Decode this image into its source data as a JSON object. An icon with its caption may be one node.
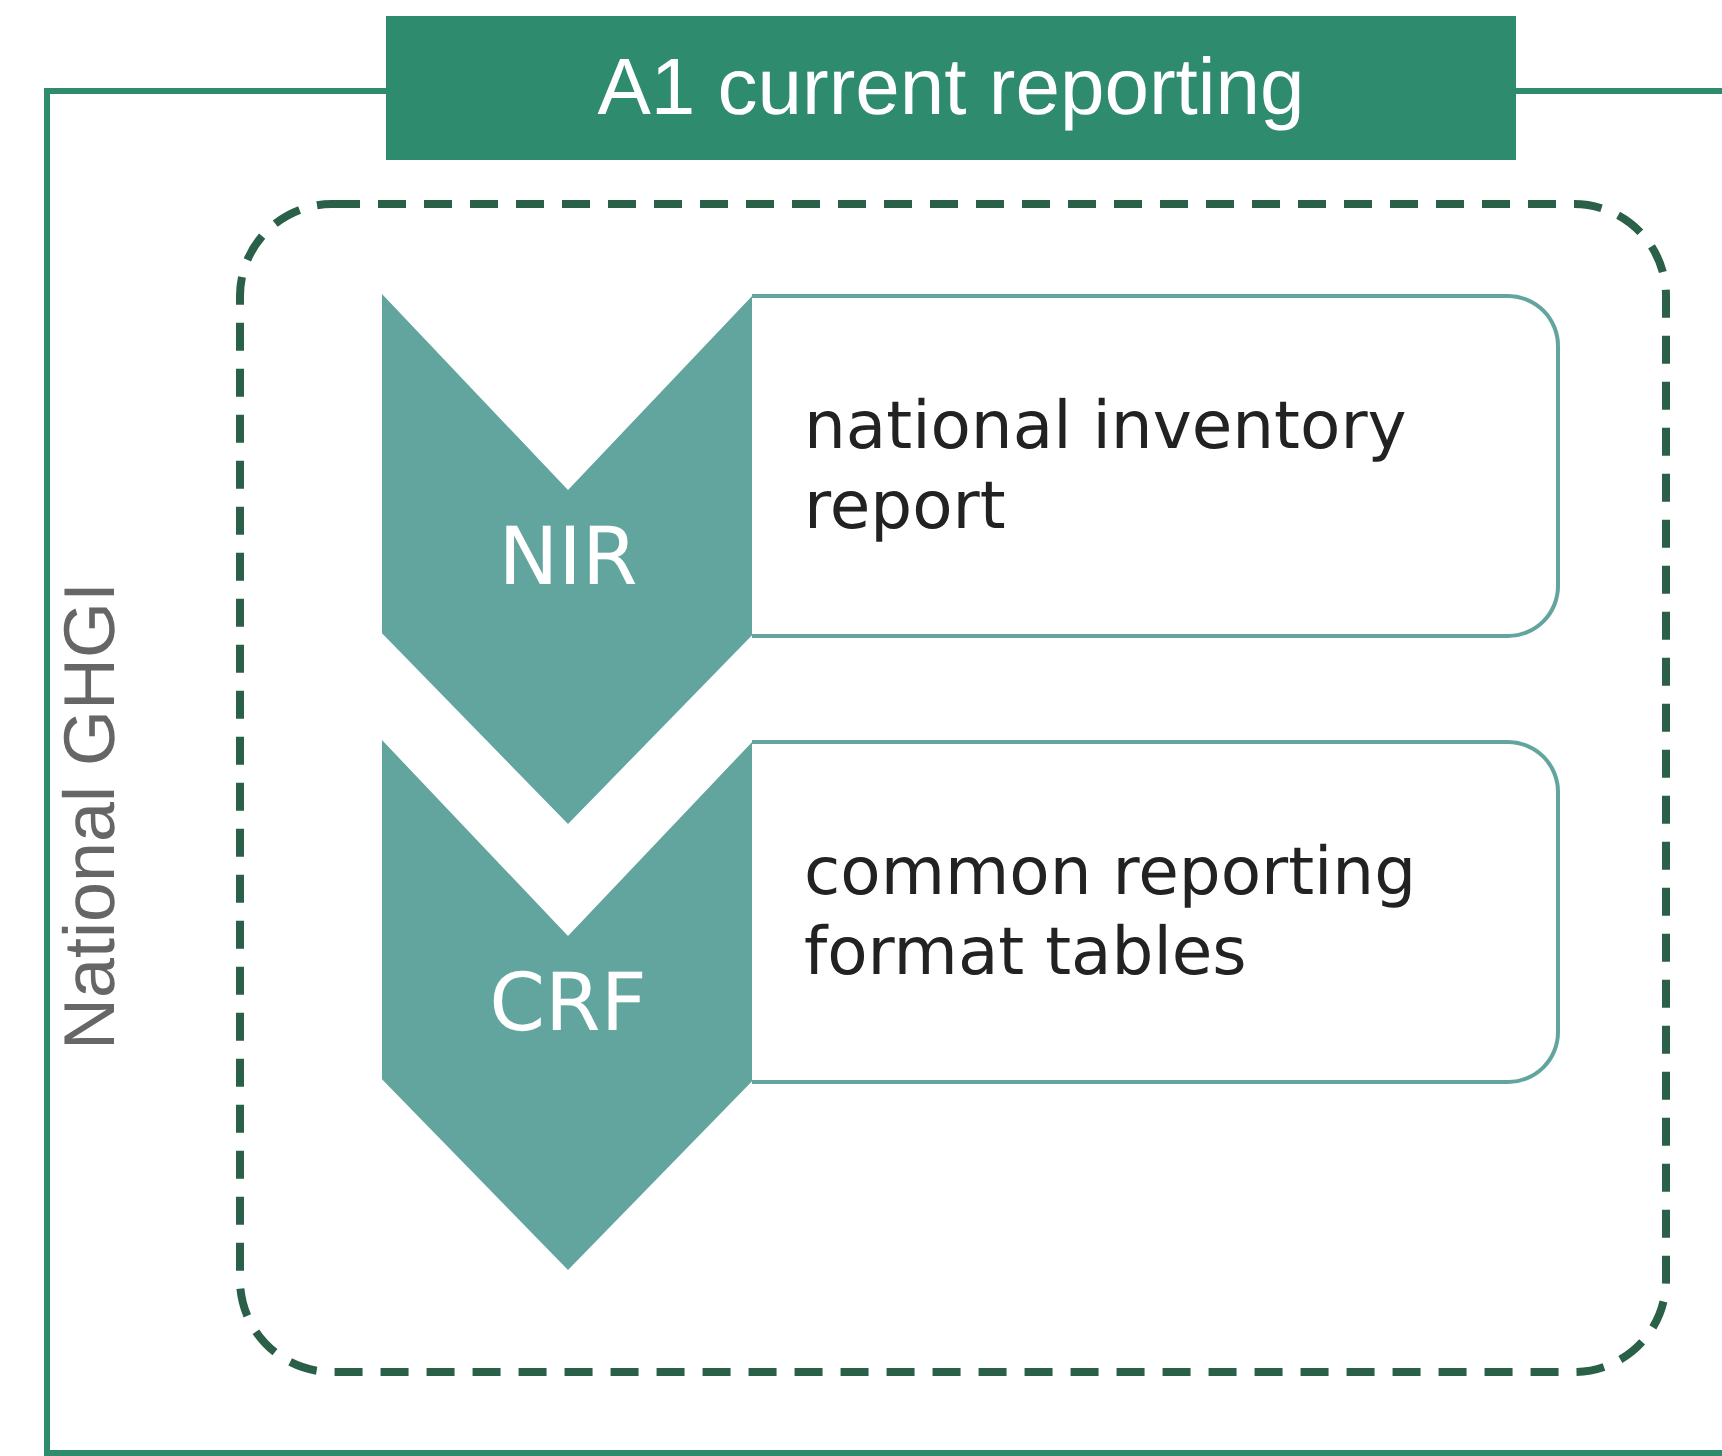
{
  "diagram": {
    "nodes": [
      {
        "text": [
          "National GHGI"
        ]
      },
      {
        "text": [
          "A1 current reporting"
        ]
      },
      {
        "text": [],
        "shape": "box",
        "in": 0
      },
      {
        "text": [
          "NIR"
        ],
        "in": 2
      },
      {
        "text": [
          "national inventory report"
        ],
        "in": 2
      },
      {
        "text": [
          "CRF"
        ],
        "in": 2
      },
      {
        "text": [
          "common reporting format tables"
        ],
        "in": 2
      }
    ]
  }
}
